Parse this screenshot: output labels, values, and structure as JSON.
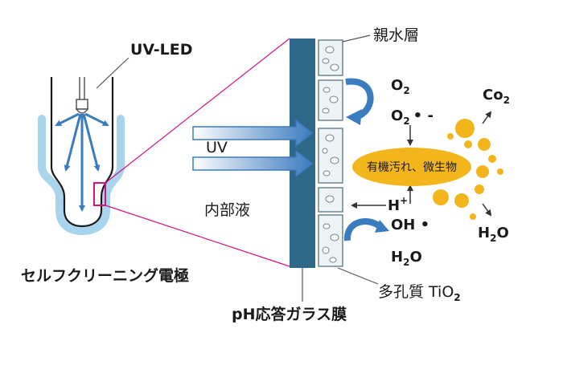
{
  "labels": {
    "uv_led": "UV-LED",
    "hydrophilic_layer": "親水層",
    "uv": "UV",
    "internal_solution": "内部液",
    "electrode": "セルフクリーニング電極",
    "porous_tio2": "多孔質 TiO",
    "porous_tio2_sub": "2",
    "ph_glass": "pH応答ガラス膜",
    "fouling": "有機汚れ、微生物"
  },
  "chemistry": {
    "o2_top": "O",
    "o2_top_sub": "2",
    "o2_radical": "O",
    "o2_radical_sub": "2",
    "o2_radical_mark": "• -",
    "co2": "Co",
    "co2_sub": "2",
    "h_plus": "H",
    "h_plus_sup": "+",
    "oh": "OH •",
    "h2o_right": "H",
    "h2o_right_sub": "2",
    "h2o_right_o": "O",
    "h2o_bottom": "H",
    "h2o_bottom_sub": "2",
    "h2o_bottom_o": "O"
  },
  "colors": {
    "membrane": "#2e6788",
    "arrow_blue": "#3b7bbf",
    "light_blue": "#a8d4ee",
    "magenta": "#d4147e",
    "blob": "#f2b61c",
    "tio2_box": "#eef3f6",
    "tio2_border": "#6a8796",
    "line": "#4a4a4a"
  }
}
